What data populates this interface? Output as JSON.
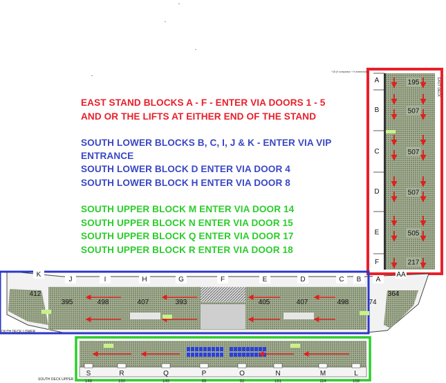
{
  "instructions": {
    "east": [
      "EAST STAND BLOCKS A - F - ENTER VIA DOORS 1 - 5",
      "AND OR THE LIFTS AT EITHER END OF THE STAND"
    ],
    "south_lower": [
      "SOUTH LOWER BLOCKS B, C, I, J & K  - ENTER VIA VIP",
      "ENTRANCE",
      "SOUTH LOWER BLOCK D ENTER VIA DOOR 4",
      "SOUTH LOWER BLOCK H ENTER VIA DOOR 8"
    ],
    "south_upper": [
      "SOUTH UPPER BLOCK M ENTER VIA DOOR 14",
      "SOUTH UPPER BLOCK N ENTER VIA DOOR 15",
      "SOUTH UPPER BLOCK Q ENTER VIA DOOR 17",
      "SOUTH UPPER BLOCK R ENTER VIA DOOR 18"
    ]
  },
  "colors": {
    "east": "#e8202a",
    "south_lower": "#3a47c4",
    "south_upper": "#2ccd2c",
    "seat": "#8f9c7e",
    "arrow": "#e0201c",
    "vip_seat": "#2a3fe0"
  },
  "east_deck": {
    "label": "EAST DECK",
    "note": "+18 (9 companion + 9 wheelchair)",
    "blocks": [
      {
        "letter": "A",
        "capacity": "195"
      },
      {
        "letter": "B",
        "capacity": "507"
      },
      {
        "letter": "C",
        "capacity": "507"
      },
      {
        "letter": "D",
        "capacity": "507"
      },
      {
        "letter": "E",
        "capacity": "505"
      },
      {
        "letter": "F",
        "capacity": "217"
      }
    ]
  },
  "south_lower": {
    "label": "OUTH DECK LOWER",
    "blocks": [
      {
        "letter": "K",
        "capacity": "412"
      },
      {
        "letter": "J",
        "capacity": "395"
      },
      {
        "letter": "I",
        "capacity": "498"
      },
      {
        "letter": "H",
        "capacity": "407"
      },
      {
        "letter": "G",
        "capacity": "393"
      },
      {
        "letter": "F",
        "capacity": ""
      },
      {
        "letter": "E",
        "capacity": "405"
      },
      {
        "letter": "D",
        "capacity": "407"
      },
      {
        "letter": "C",
        "capacity": "498"
      },
      {
        "letter": "B",
        "capacity": "74"
      },
      {
        "letter": "A",
        "capacity": "364"
      },
      {
        "letter": "AA",
        "capacity": ""
      }
    ]
  },
  "south_upper": {
    "label": "SOUTH DECK UPPER",
    "blocks": [
      "S",
      "R",
      "Q",
      "P",
      "O",
      "N",
      "M",
      "L"
    ],
    "door_numbers": [
      "148",
      "150",
      "149",
      "88",
      "92",
      "161",
      "114",
      "158"
    ]
  }
}
